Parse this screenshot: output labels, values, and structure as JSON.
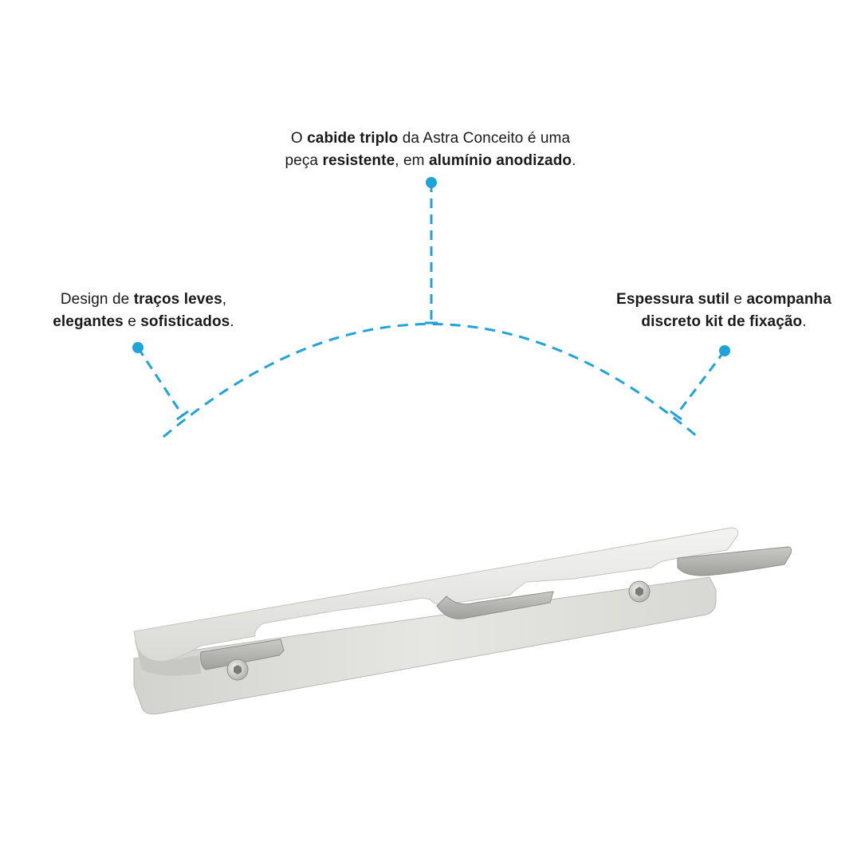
{
  "captions": {
    "top": {
      "line1": [
        {
          "t": "O ",
          "b": false
        },
        {
          "t": "cabide triplo",
          "b": true
        },
        {
          "t": " da Astra Conceito é  uma",
          "b": false
        }
      ],
      "line2": [
        {
          "t": "peça ",
          "b": false
        },
        {
          "t": "resistente",
          "b": true
        },
        {
          "t": ", em ",
          "b": false
        },
        {
          "t": "alumínio anodizado",
          "b": true
        },
        {
          "t": ".",
          "b": false
        }
      ]
    },
    "left": {
      "line1": [
        {
          "t": "Design de ",
          "b": false
        },
        {
          "t": "traços leves",
          "b": true
        },
        {
          "t": ",",
          "b": false
        }
      ],
      "line2": [
        {
          "t": "elegantes",
          "b": true
        },
        {
          "t": " e ",
          "b": false
        },
        {
          "t": "sofisticados",
          "b": true
        },
        {
          "t": ".",
          "b": false
        }
      ]
    },
    "right": {
      "line1": [
        {
          "t": "Espessura sutil",
          "b": true
        },
        {
          "t": " e ",
          "b": false
        },
        {
          "t": "acompanha",
          "b": true
        }
      ],
      "line2": [
        {
          "t": "discreto kit de fixação",
          "b": true
        },
        {
          "t": ".",
          "b": false
        }
      ]
    }
  },
  "colors": {
    "accent": "#1fa3d8",
    "text": "#1a1a1a",
    "metal_light": "#e9e9e7",
    "metal_mid": "#cfcfcc",
    "metal_dark": "#9d9d9a"
  },
  "icons": {
    "product": "triple-coat-hook-aluminum",
    "screw": "hex-socket-screw-icon"
  }
}
